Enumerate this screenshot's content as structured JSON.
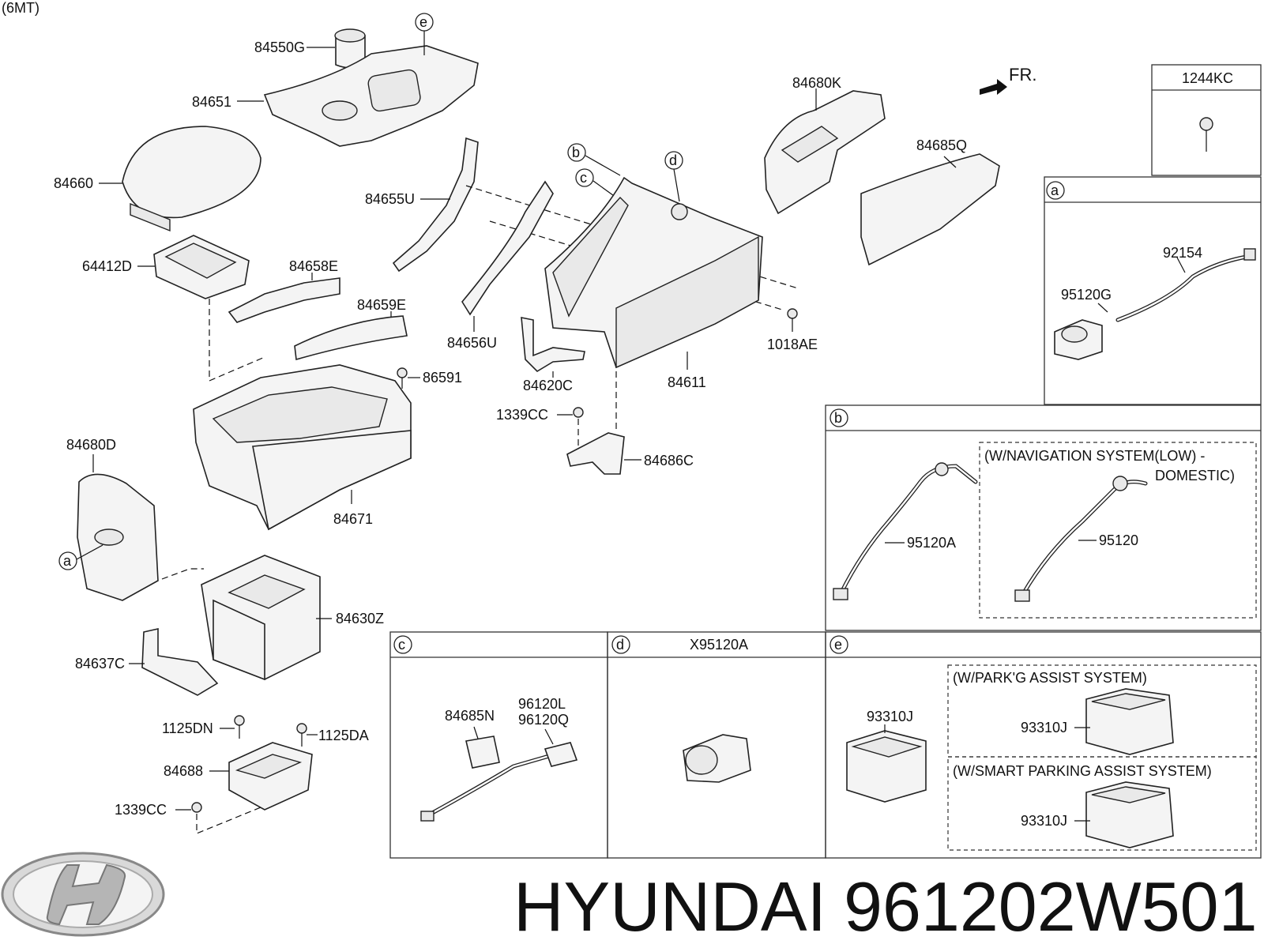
{
  "header": {
    "variant": "(6MT)",
    "front_marker": "FR."
  },
  "brand": {
    "name": "HYUNDAI",
    "part_number": "961202W501",
    "logo_icon": "hyundai-logo-icon"
  },
  "parts": {
    "p84550G": "84550G",
    "p84651": "84651",
    "p84660": "84660",
    "p64412D": "64412D",
    "p84655U": "84655U",
    "p84658E": "84658E",
    "p84659E": "84659E",
    "p86591": "86591",
    "p84656U": "84656U",
    "p84620C": "84620C",
    "p84611": "84611",
    "p1018AE": "1018AE",
    "p84680K": "84680K",
    "p84685Q": "84685Q",
    "p1339CC_a": "1339CC",
    "p84686C": "84686C",
    "p84680D": "84680D",
    "p84671": "84671",
    "p84630Z": "84630Z",
    "p84637C": "84637C",
    "p1125DN": "1125DN",
    "p1125DA": "1125DA",
    "p84688": "84688",
    "p1339CC_b": "1339CC"
  },
  "callouts": {
    "a": "a",
    "b": "b",
    "c": "c",
    "d": "d",
    "e": "e"
  },
  "panel_1244KC": {
    "title": "1244KC"
  },
  "panel_a": {
    "tag": "a",
    "p92154": "92154",
    "p95120G": "95120G"
  },
  "panel_b": {
    "tag": "b",
    "p95120A": "95120A",
    "variant_line1": "(W/NAVIGATION SYSTEM(LOW) -",
    "variant_line2": "DOMESTIC)",
    "p95120": "95120"
  },
  "panel_c": {
    "tag": "c",
    "p84685N": "84685N",
    "p96120L": "96120L",
    "p96120Q": "96120Q"
  },
  "panel_d": {
    "tag": "d",
    "title": "X95120A"
  },
  "panel_e": {
    "tag": "e",
    "p93310J": "93310J",
    "variant_park": "(W/PARK'G ASSIST SYSTEM)",
    "p93310J_park": "93310J",
    "variant_smart": "(W/SMART PARKING ASSIST SYSTEM)",
    "p93310J_smart": "93310J"
  }
}
